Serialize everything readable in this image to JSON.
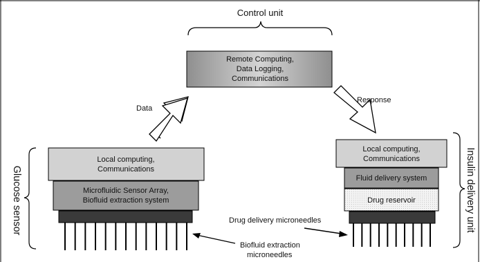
{
  "control_unit": {
    "title": "Control unit",
    "box_lines": [
      "Remote Computing,",
      "Data Logging,",
      "Communications"
    ]
  },
  "data_arrow_label": "Data",
  "response_arrow_label": "Response",
  "glucose_sensor": {
    "side_label": "Glucose sensor",
    "local_box_lines": [
      "Local computing,",
      "Communications"
    ],
    "sensor_box_lines": [
      "Microfluidic Sensor Array,",
      "Biofluid extraction system"
    ],
    "needles_label_lines": [
      "Biofluid extraction",
      "microneedles"
    ]
  },
  "insulin_unit": {
    "side_label": "Insulin delivery unit",
    "local_box_lines": [
      "Local computing,",
      "Communications"
    ],
    "fluid_box": "Fluid delivery system",
    "reservoir_box": "Drug reservoir",
    "needles_label": "Drug delivery microneedles"
  },
  "colors": {
    "light_box": "#d2d2d2",
    "mid_box": "#9c9c9c",
    "reservoir": "#f1f1f1",
    "needle_bar": "#3a3a3a",
    "line": "#000000"
  }
}
